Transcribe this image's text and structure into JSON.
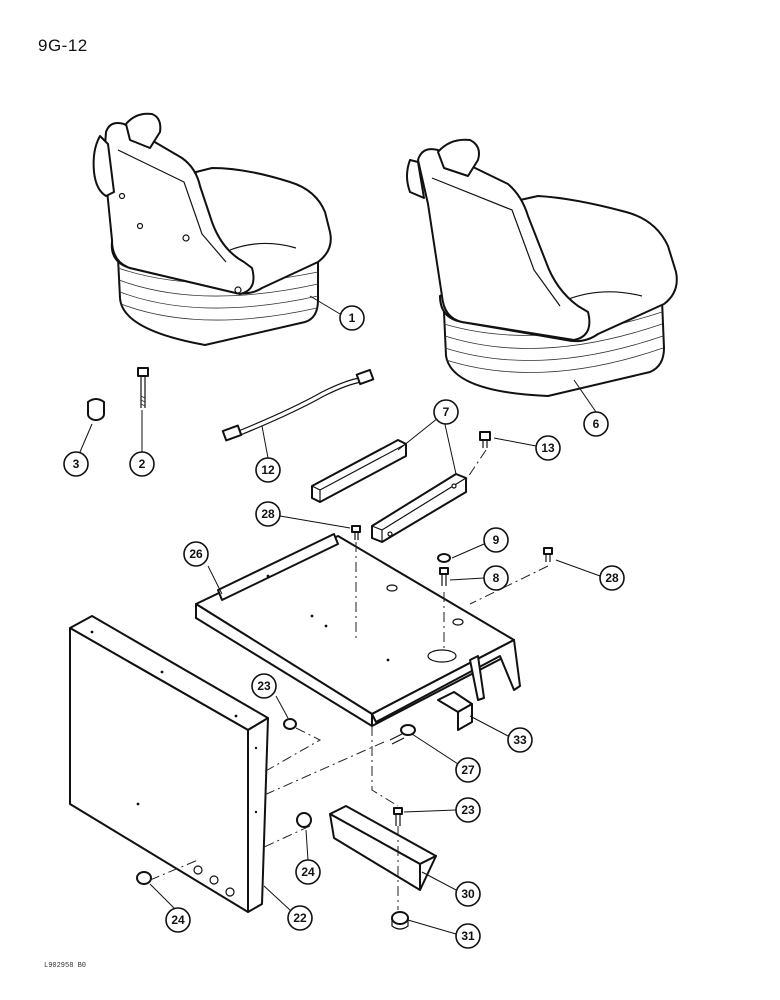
{
  "page_ref": "9G-12",
  "footer_code": "L902958 B0",
  "callouts": {
    "c1": "1",
    "c2": "2",
    "c3": "3",
    "c6": "6",
    "c7": "7",
    "c8": "8",
    "c9": "9",
    "c12": "12",
    "c13": "13",
    "c22": "22",
    "c23a": "23",
    "c23b": "23",
    "c24a": "24",
    "c24b": "24",
    "c26": "26",
    "c27": "27",
    "c28a": "28",
    "c28b": "28",
    "c30": "30",
    "c31": "31",
    "c33": "33"
  }
}
